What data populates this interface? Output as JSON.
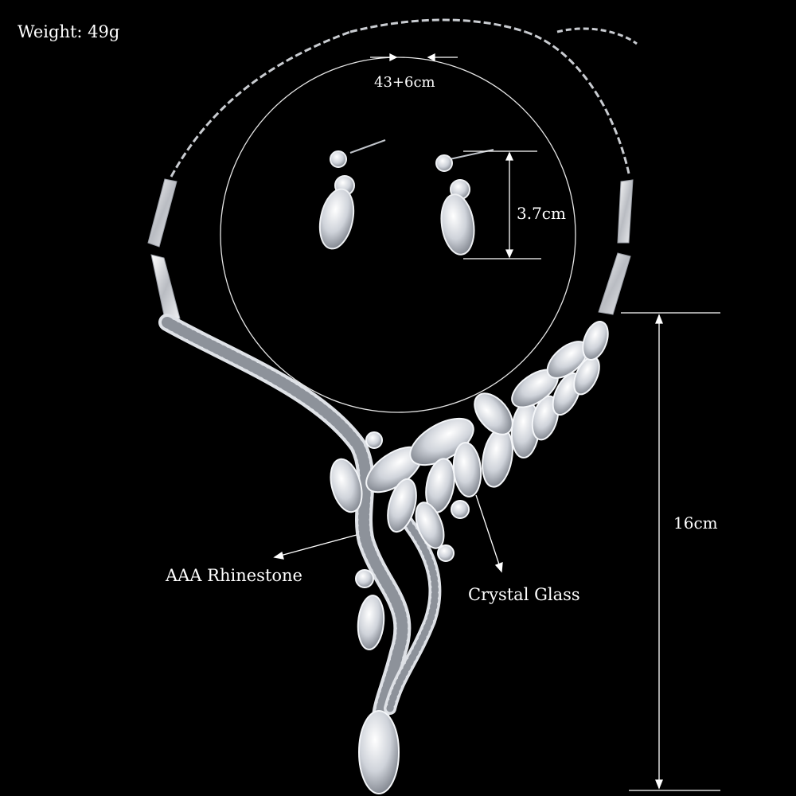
{
  "labels": {
    "weight": "Weight: 49g",
    "circumference": "43+6cm",
    "earring_length": "3.7cm",
    "pendant_length": "16cm",
    "rhinestone": "AAA Rhinestone",
    "crystal": "Crystal Glass"
  },
  "colors": {
    "background": "#000000",
    "metal": "#d6d8dc",
    "crystal": "#e9ecf2",
    "annotation": "#ffffff"
  }
}
